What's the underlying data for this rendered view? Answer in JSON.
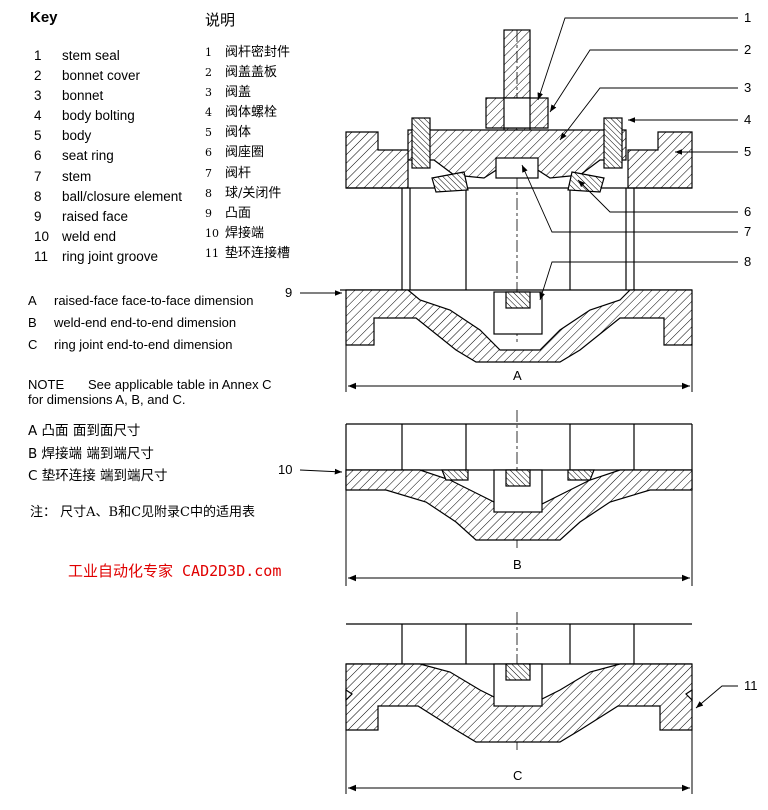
{
  "key_title": "Key",
  "cn_title": "说明",
  "key_items": [
    {
      "num": "1",
      "label": "stem seal"
    },
    {
      "num": "2",
      "label": "bonnet cover"
    },
    {
      "num": "3",
      "label": "bonnet"
    },
    {
      "num": "4",
      "label": "body bolting"
    },
    {
      "num": "5",
      "label": "body"
    },
    {
      "num": "6",
      "label": "seat ring"
    },
    {
      "num": "7",
      "label": "stem"
    },
    {
      "num": "8",
      "label": "ball/closure element"
    },
    {
      "num": "9",
      "label": "raised face"
    },
    {
      "num": "10",
      "label": "weld end"
    },
    {
      "num": "11",
      "label": "ring joint groove"
    }
  ],
  "cn_items": [
    {
      "num": "1",
      "label": "阀杆密封件"
    },
    {
      "num": "2",
      "label": "阀盖盖板"
    },
    {
      "num": "3",
      "label": "阀盖"
    },
    {
      "num": "4",
      "label": "阀体螺栓"
    },
    {
      "num": "5",
      "label": "阀体"
    },
    {
      "num": "6",
      "label": "阀座圈"
    },
    {
      "num": "7",
      "label": "阀杆"
    },
    {
      "num": "8",
      "label": "球/关闭件"
    },
    {
      "num": "9",
      "label": "凸面"
    },
    {
      "num": "10",
      "label": "焊接端"
    },
    {
      "num": "11",
      "label": "垫环连接槽"
    }
  ],
  "dimensions": [
    {
      "letter": "A",
      "text": "raised-face face-to-face dimension"
    },
    {
      "letter": "B",
      "text": "weld-end end-to-end dimension"
    },
    {
      "letter": "C",
      "text": "ring joint end-to-end dimension"
    }
  ],
  "note_label": "NOTE",
  "note_text": "See applicable table in Annex C for dimensions A, B, and C.",
  "cn_dimensions": [
    "A 凸面  面到面尺寸",
    "B 焊接端  端到端尺寸",
    "C 垫环连接  端到端尺寸"
  ],
  "cn_note": "注：  尺寸A、B和C见附录C中的适用表",
  "watermark": "工业自动化专家 CAD2D3D.com",
  "callouts": {
    "c1": "1",
    "c2": "2",
    "c3": "3",
    "c4": "4",
    "c5": "5",
    "c6": "6",
    "c7": "7",
    "c8": "8",
    "c9": "9",
    "c10": "10",
    "c11": "11"
  },
  "dim_labels": {
    "a": "A",
    "b": "B",
    "c": "C"
  }
}
